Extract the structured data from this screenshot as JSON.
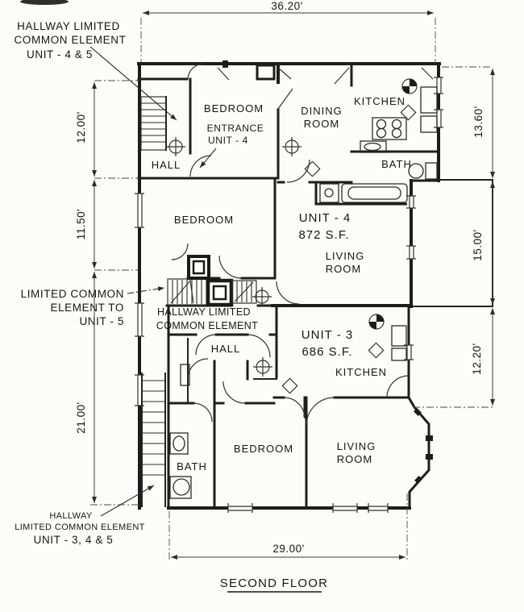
{
  "title": "SECOND FLOOR",
  "dimensions": {
    "top_width": "36.20'",
    "bottom_width": "29.00'",
    "left": {
      "upper": "12.00'",
      "middle": "11.50'",
      "lower": "21.00'"
    },
    "right": {
      "upper": "13.60'",
      "middle": "15.00'",
      "lower": "12.20'"
    }
  },
  "units": {
    "unit4": {
      "name": "UNIT - 4",
      "area": "872 S.F.",
      "hall": "HALL",
      "bedroom_upper": "BEDROOM",
      "entrance_line1": "ENTRANCE",
      "entrance_line2": "UNIT - 4",
      "dining_line1": "DINING",
      "dining_line2": "ROOM",
      "kitchen": "KITCHEN",
      "bath": "BATH",
      "bedroom_middle": "BEDROOM",
      "living_line1": "LIVING",
      "living_line2": "ROOM"
    },
    "unit3": {
      "name": "UNIT - 3",
      "area": "686 S.F.",
      "hall": "HALL",
      "kitchen": "KITCHEN",
      "bath": "BATH",
      "bedroom": "BEDROOM",
      "living_line1": "LIVING",
      "living_line2": "ROOM"
    }
  },
  "annotations": {
    "hallway_lce_45": {
      "line1": "HALLWAY LIMITED",
      "line2": "COMMON ELEMENT",
      "line3": "UNIT - 4 & 5"
    },
    "lce_unit5": {
      "line1": "LIMITED COMMON",
      "line2": "ELEMENT TO",
      "line3": "UNIT - 5"
    },
    "hallway_lce_center": {
      "line1": "HALLWAY LIMITED",
      "line2": "COMMON ELEMENT"
    },
    "hallway_lce_345": {
      "line1": "HALLWAY",
      "line2": "LIMITED COMMON ELEMENT",
      "line3": "UNIT - 3, 4 & 5"
    }
  }
}
